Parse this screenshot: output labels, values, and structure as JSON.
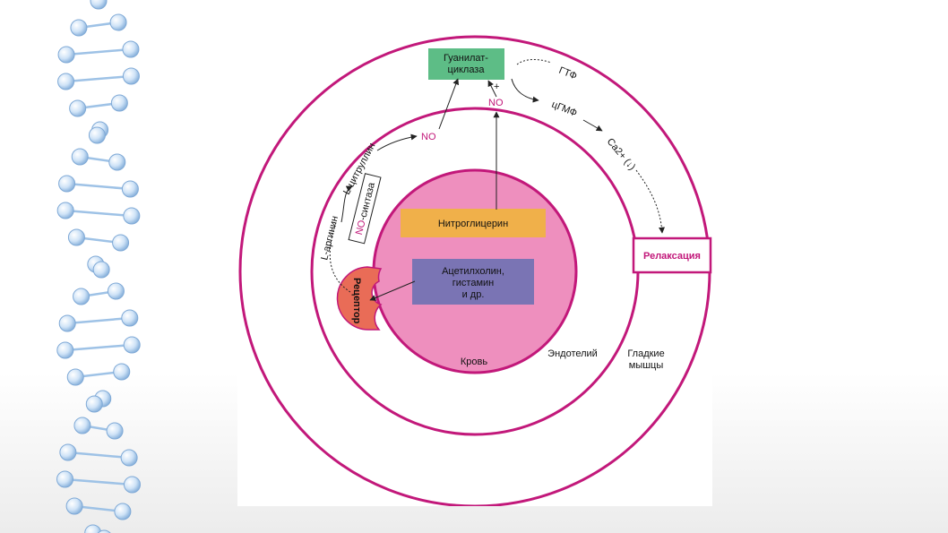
{
  "diagram": {
    "guanylate_cyclase": {
      "line1": "Гуанилат-",
      "line2": "циклаза"
    },
    "gtp": "ГТФ",
    "cgmp": "цГМФ",
    "calcium": "Ca2+ (↓)",
    "relaxation": "Релаксация",
    "no_top": "NO",
    "no_left": "NO",
    "plus": "+",
    "l_citrulline": "L-цитруллин",
    "l_arginine": "L-аргинин",
    "no_synthase": {
      "prefix": "NO",
      "suffix": "-синтаза"
    },
    "nitroglycerin": "Нитроглицерин",
    "acetylcholine": {
      "line1": "Ацетилхолин,",
      "line2": "гистамин",
      "line3": "и др."
    },
    "receptor": "Рецептор",
    "blood": "Кровь",
    "endothelium": "Эндотелий",
    "smooth_muscle": {
      "line1": "Гладкие",
      "line2": "мышцы"
    }
  },
  "colors": {
    "ring": "#c2187a",
    "blood_fill": "#ee8fbe",
    "cyclase_fill": "#5dbd86",
    "nitro_fill": "#f0b04a",
    "acetyl_fill": "#7a74b4",
    "receptor_fill": "#e96c57"
  },
  "icons": [
    "dna-helix-icon"
  ]
}
